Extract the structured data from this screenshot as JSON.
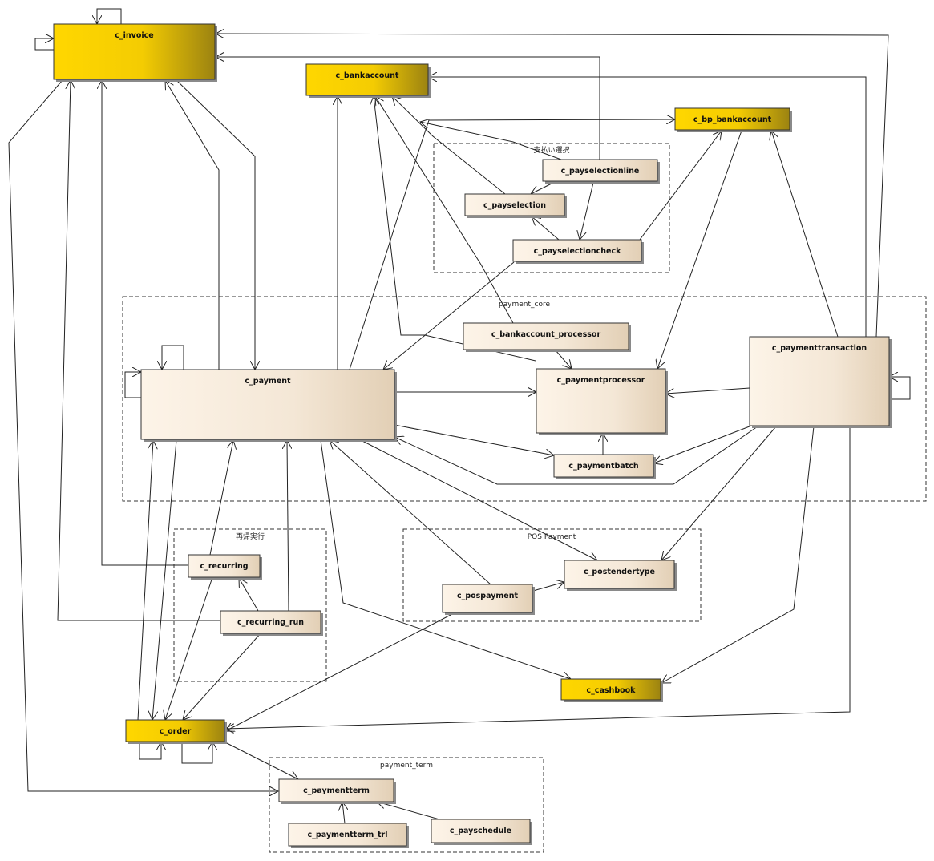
{
  "diagram": {
    "packages": {
      "payselection": "支払い選択",
      "payment_core": "payment_core",
      "recurring": "再帰実行",
      "pos_payment": "POS Payment",
      "payment_term": "payment_term"
    },
    "entities": {
      "c_invoice": "c_invoice",
      "c_bankaccount": "c_bankaccount",
      "c_bp_bankaccount": "c_bp_bankaccount",
      "c_payselectionline": "c_payselectionline",
      "c_payselection": "c_payselection",
      "c_payselectioncheck": "c_payselectioncheck",
      "c_bankaccount_processor": "c_bankaccount_processor",
      "c_payment": "c_payment",
      "c_paymentprocessor": "c_paymentprocessor",
      "c_paymenttransaction": "c_paymenttransaction",
      "c_paymentbatch": "c_paymentbatch",
      "c_recurring": "c_recurring",
      "c_recurring_run": "c_recurring_run",
      "c_pospayment": "c_pospayment",
      "c_postendertype": "c_postendertype",
      "c_cashbook": "c_cashbook",
      "c_order": "c_order",
      "c_paymentterm": "c_paymentterm",
      "c_paymentterm_trl": "c_paymentterm_trl",
      "c_payschedule": "c_payschedule"
    },
    "colors": {
      "core_table_gradient": [
        "#ffd700",
        "#9c8311"
      ],
      "table_gradient": [
        "#fcf2e6",
        "#e4d1b8"
      ]
    }
  }
}
